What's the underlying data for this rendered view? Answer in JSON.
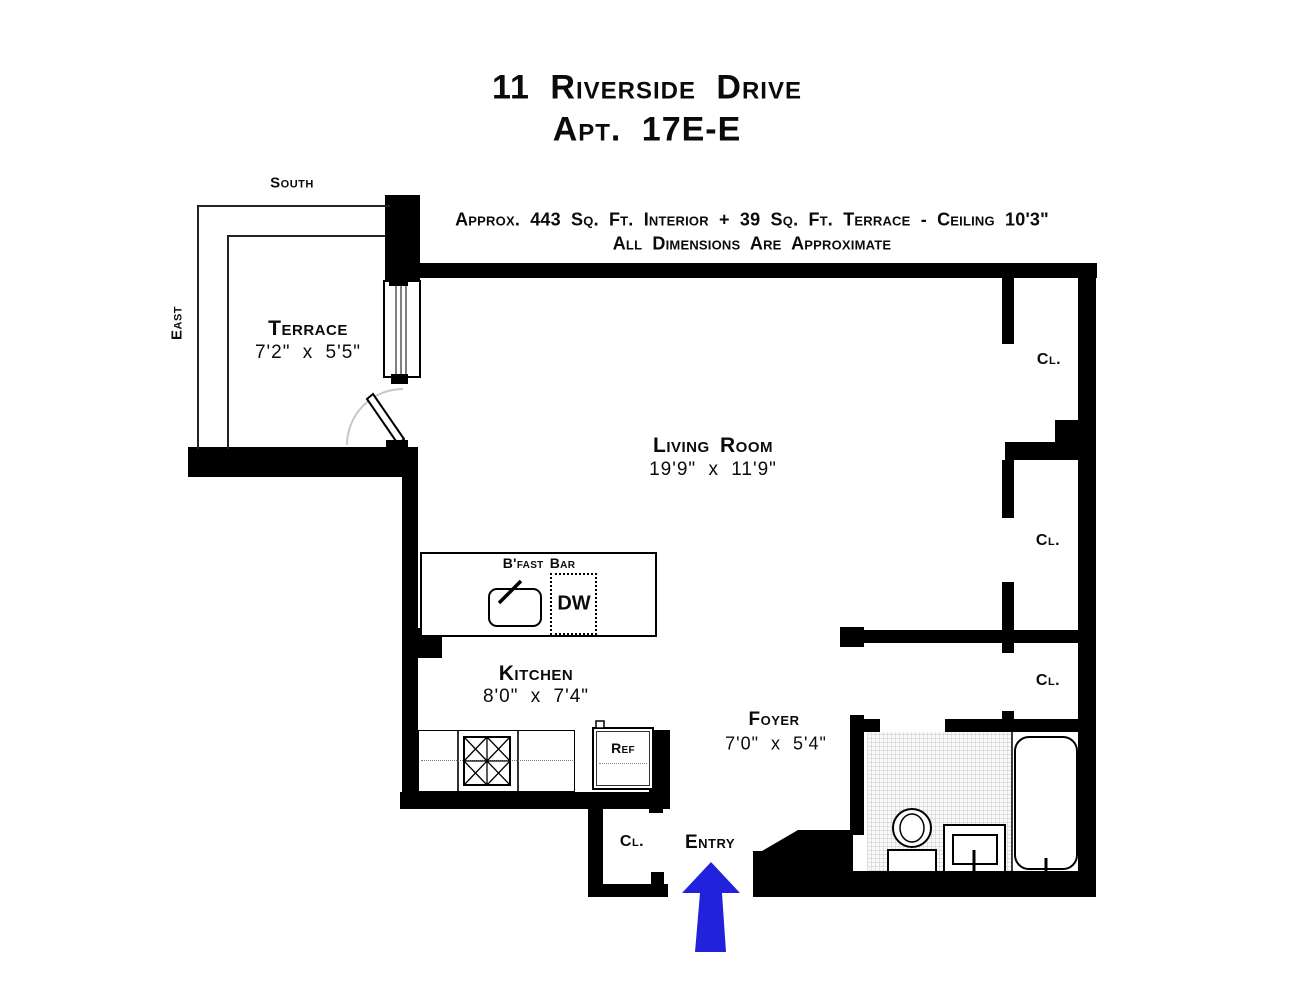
{
  "header": {
    "address": "11 Riverside Drive",
    "unit": "Apt. 17E-E",
    "area_note": "Approx. 443 Sq. Ft. Interior + 39 Sq. Ft. Terrace - Ceiling 10'3\"",
    "disclaimer": "All Dimensions Are Approximate"
  },
  "compass": {
    "south": "South",
    "east": "East"
  },
  "rooms": {
    "terrace": {
      "name": "Terrace",
      "dimensions": "7'2\" x 5'5\""
    },
    "living_room": {
      "name": "Living Room",
      "dimensions": "19'9\" x 11'9\""
    },
    "kitchen": {
      "name": "Kitchen",
      "dimensions": "8'0\" x 7'4\""
    },
    "foyer": {
      "name": "Foyer",
      "dimensions": "7'0\" x 5'4\""
    }
  },
  "closets": {
    "top_right": "Cl.",
    "middle_right": "Cl.",
    "lower_right": "Cl.",
    "entry": "Cl."
  },
  "fixtures": {
    "breakfast_bar": "B'fast Bar",
    "dishwasher": "DW",
    "refrigerator": "Ref"
  },
  "entry": {
    "label": "Entry"
  },
  "colors": {
    "walls": "#000000",
    "entry_arrow": "#2222dd",
    "background": "#ffffff"
  }
}
